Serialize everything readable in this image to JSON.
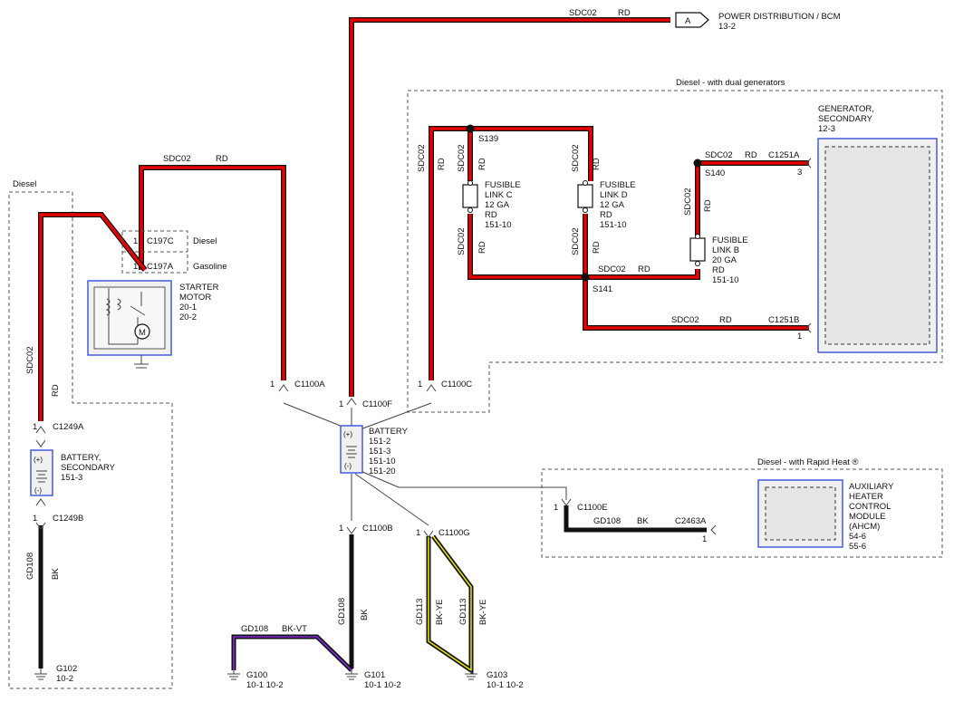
{
  "regions": {
    "diesel": "Diesel",
    "dual_gen": "Diesel - with dual generators",
    "rapid_heat": "Diesel - with Rapid Heat ®"
  },
  "wires": {
    "sdc02": "SDC02",
    "rd": "RD",
    "gd108": "GD108",
    "bk": "BK",
    "gd113": "GD113",
    "bk_ye": "BK-YE",
    "bk_vt": "BK-VT"
  },
  "connectors": {
    "c197c": "C197C",
    "c197a": "C197A",
    "c197c_label": "Diesel",
    "c197a_label": "Gasoline",
    "c1100a": "C1100A",
    "c1100f": "C1100F",
    "c1100c": "C1100C",
    "c1100b": "C1100B",
    "c1100g": "C1100G",
    "c1100e": "C1100E",
    "c1249a": "C1249A",
    "c1249b": "C1249B",
    "c1251a": "C1251A",
    "c1251b": "C1251B",
    "c2463a": "C2463A",
    "pin1": "1",
    "pin3": "3"
  },
  "splices": {
    "s139": "S139",
    "s140": "S140",
    "s141": "S141"
  },
  "components": {
    "power_dist": {
      "tag": "A",
      "name": "POWER DISTRIBUTION / BCM",
      "ref": "13-2"
    },
    "generator": {
      "name1": "GENERATOR,",
      "name2": "SECONDARY",
      "ref": "12-3"
    },
    "starter": {
      "name1": "STARTER",
      "name2": "MOTOR",
      "ref1": "20-1",
      "ref2": "20-2",
      "motor_symbol": "M"
    },
    "battery": {
      "name": "BATTERY",
      "plus": "(+)",
      "minus": "(-)",
      "refs": [
        "151-2",
        "151-3",
        "151-10",
        "151-20"
      ]
    },
    "battery_sec": {
      "name1": "BATTERY,",
      "name2": "SECONDARY",
      "ref": "151-3",
      "plus": "(+)",
      "minus": "(-)"
    },
    "fuse_c": {
      "name1": "FUSIBLE",
      "name2": "LINK C",
      "ga": "12 GA",
      "color": "RD",
      "ref": "151-10"
    },
    "fuse_d": {
      "name1": "FUSIBLE",
      "name2": "LINK D",
      "ga": "12 GA",
      "color": "RD",
      "ref": "151-10"
    },
    "fuse_b": {
      "name1": "FUSIBLE",
      "name2": "LINK B",
      "ga": "20 GA",
      "color": "RD",
      "ref": "151-10"
    },
    "ahcm": {
      "lines": [
        "AUXILIARY",
        "HEATER",
        "CONTROL",
        "MODULE",
        "(AHCM)"
      ],
      "refs": [
        "54-6",
        "55-6"
      ]
    }
  },
  "grounds": {
    "g100": {
      "name": "G100",
      "refs": "10-1   10-2"
    },
    "g101": {
      "name": "G101",
      "refs": "10-1   10-2"
    },
    "g102": {
      "name": "G102",
      "refs": "10-2"
    },
    "g103": {
      "name": "G103",
      "refs": "10-1   10-2"
    }
  }
}
